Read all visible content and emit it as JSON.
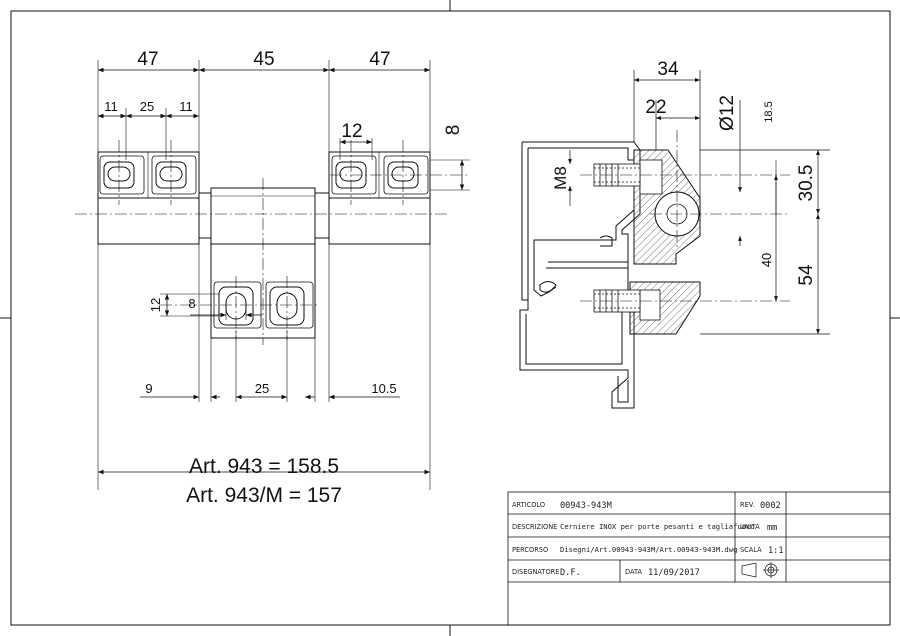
{
  "front_view": {
    "dims": {
      "top_left": "47",
      "top_center": "45",
      "top_right": "47",
      "sub_left_a": "11",
      "sub_left_b": "25",
      "sub_left_c": "11",
      "wing_height": "12",
      "slot_height": "8",
      "leaf_slot_height": "12",
      "leaf_slot_width": "8",
      "bottom_left": "9",
      "bottom_center": "25",
      "bottom_right": "10.5"
    },
    "article_lines": [
      "Art. 943 = 158.5",
      "Art. 943/M = 157"
    ]
  },
  "section_view": {
    "dims": {
      "width_outer": "34",
      "width_inner": "22",
      "pin_diameter": "Ø12",
      "offset_top": "18.5",
      "screw_thread": "M8",
      "height_mid": "30.5",
      "spacing_small": "40",
      "height_bottom": "54"
    }
  },
  "title_block": {
    "articolo_label": "ARTICOLO",
    "articolo_value": "00943-943M",
    "rev_label": "REV.",
    "rev_value": "0002",
    "descrizione_label": "DESCRIZIONE",
    "descrizione_value": "Cerniere INOX per porte pesanti e tagliafuoco",
    "unita_label": "UNITA",
    "unita_value": "mm",
    "percorso_label": "PERCORSO",
    "percorso_value": "Disegni/Art.00943-943M/Art.00943-943M.dwg",
    "scala_label": "SCALA",
    "scala_value": "1:1",
    "disegnatore_label": "DISEGNATORE",
    "disegnatore_value": "D.F.",
    "data_label": "DATA",
    "data_value": "11/09/2017",
    "projection_symbol": "projection-symbol"
  }
}
